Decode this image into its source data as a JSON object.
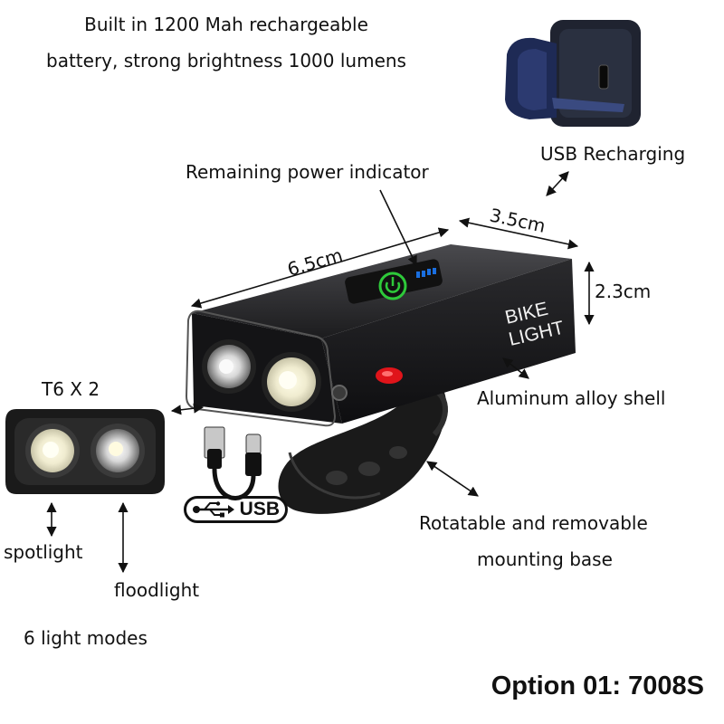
{
  "headline": {
    "line1": "Built in 1200 Mah rechargeable",
    "line2": "battery, strong brightness 1000 lumens"
  },
  "labels": {
    "usb_recharging": "USB Recharging",
    "power_indicator": "Remaining power indicator",
    "length": "6.5cm",
    "width": "3.5cm",
    "height": "2.3cm",
    "led_type": "T6 X 2",
    "shell": "Aluminum alloy shell",
    "base_line1": "Rotatable and removable",
    "base_line2": "mounting base",
    "spotlight": "spotlight",
    "floodlight": "floodlight",
    "modes": "6 light modes"
  },
  "product": {
    "brand_line1": "BIKE",
    "brand_line2": "LIGHT",
    "usb_badge": "USB",
    "option": "Option 01: 7008S"
  },
  "colors": {
    "body": "#1c1c1e",
    "indicator_led": "#1a6fe0",
    "power_ring": "#2ec93a",
    "tail_led": "#e0141a"
  },
  "icons": [
    "usb-icon",
    "power-icon"
  ]
}
